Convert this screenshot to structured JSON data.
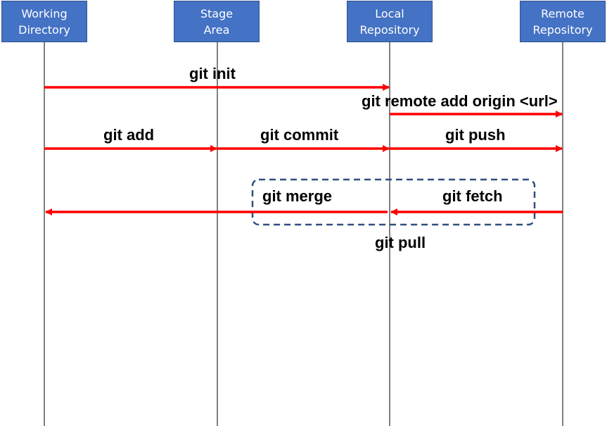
{
  "lanes": [
    {
      "id": "working",
      "label": "Working\nDirectory"
    },
    {
      "id": "stage",
      "label": "Stage\nArea"
    },
    {
      "id": "local",
      "label": "Local\nRepository"
    },
    {
      "id": "remote",
      "label": "Remote\nRepository"
    }
  ],
  "commands": {
    "git_init": "git init",
    "git_remote_add": "git remote add origin <url>",
    "git_add": "git add",
    "git_commit": "git commit",
    "git_push": "git push",
    "git_merge": "git merge",
    "git_fetch": "git fetch",
    "git_pull": "git pull"
  },
  "colors": {
    "box_fill": "#4472c4",
    "box_border": "#2f528f",
    "arrow": "#ff0000",
    "dashed_group": "#2f4f7f",
    "lifeline": "#000000"
  }
}
